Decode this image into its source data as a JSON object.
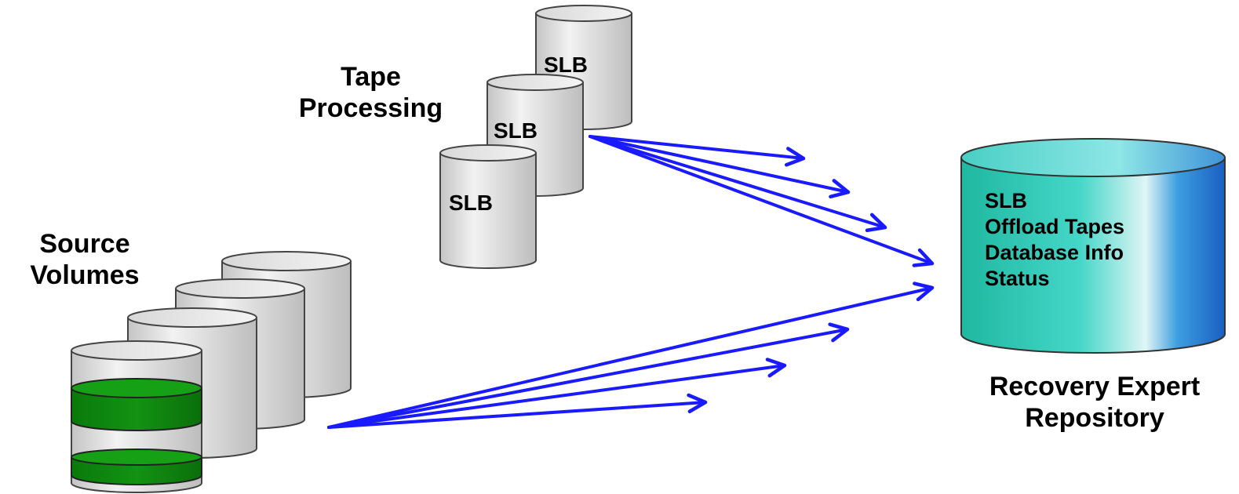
{
  "labels": {
    "tape_processing": [
      "Tape",
      "Processing"
    ],
    "source_volumes": [
      "Source",
      "Volumes"
    ],
    "repository_title": [
      "Recovery Expert",
      "Repository"
    ]
  },
  "tape_cylinders": [
    "SLB",
    "SLB",
    "SLB"
  ],
  "repository_contents": [
    "SLB",
    "Offload Tapes",
    "Database Info",
    "Status"
  ],
  "colors": {
    "arrow": "#1a1aff",
    "cylinder_gray": "#c8c8c8",
    "band_green": "#0a800a",
    "repository_teal": "#2ec6b8",
    "repository_blue": "#1c6ecf"
  }
}
